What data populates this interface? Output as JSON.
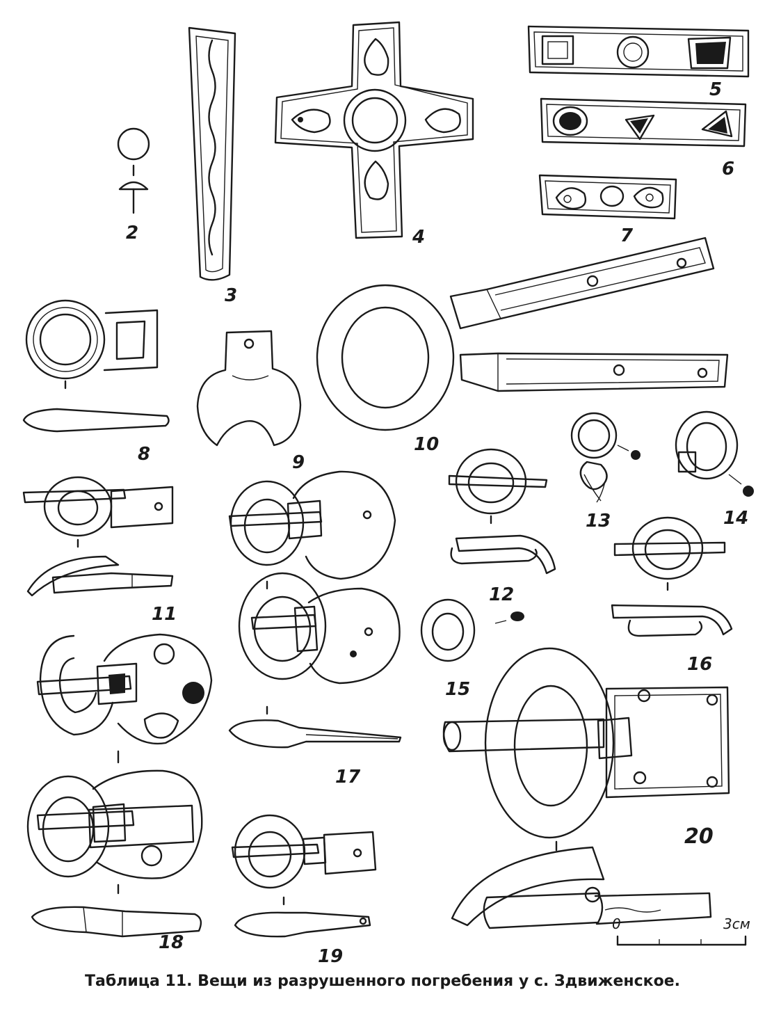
{
  "plate": {
    "labels": [
      "2",
      "3",
      "4",
      "5",
      "6",
      "7",
      "8",
      "9",
      "10",
      "11",
      "12",
      "13",
      "14",
      "15",
      "16",
      "17",
      "18",
      "19",
      "20"
    ],
    "scale": {
      "start": "0",
      "end": "3см"
    },
    "caption": "Таблица 11. Вещи из разрушенного погребения у с. Здвиженское."
  }
}
